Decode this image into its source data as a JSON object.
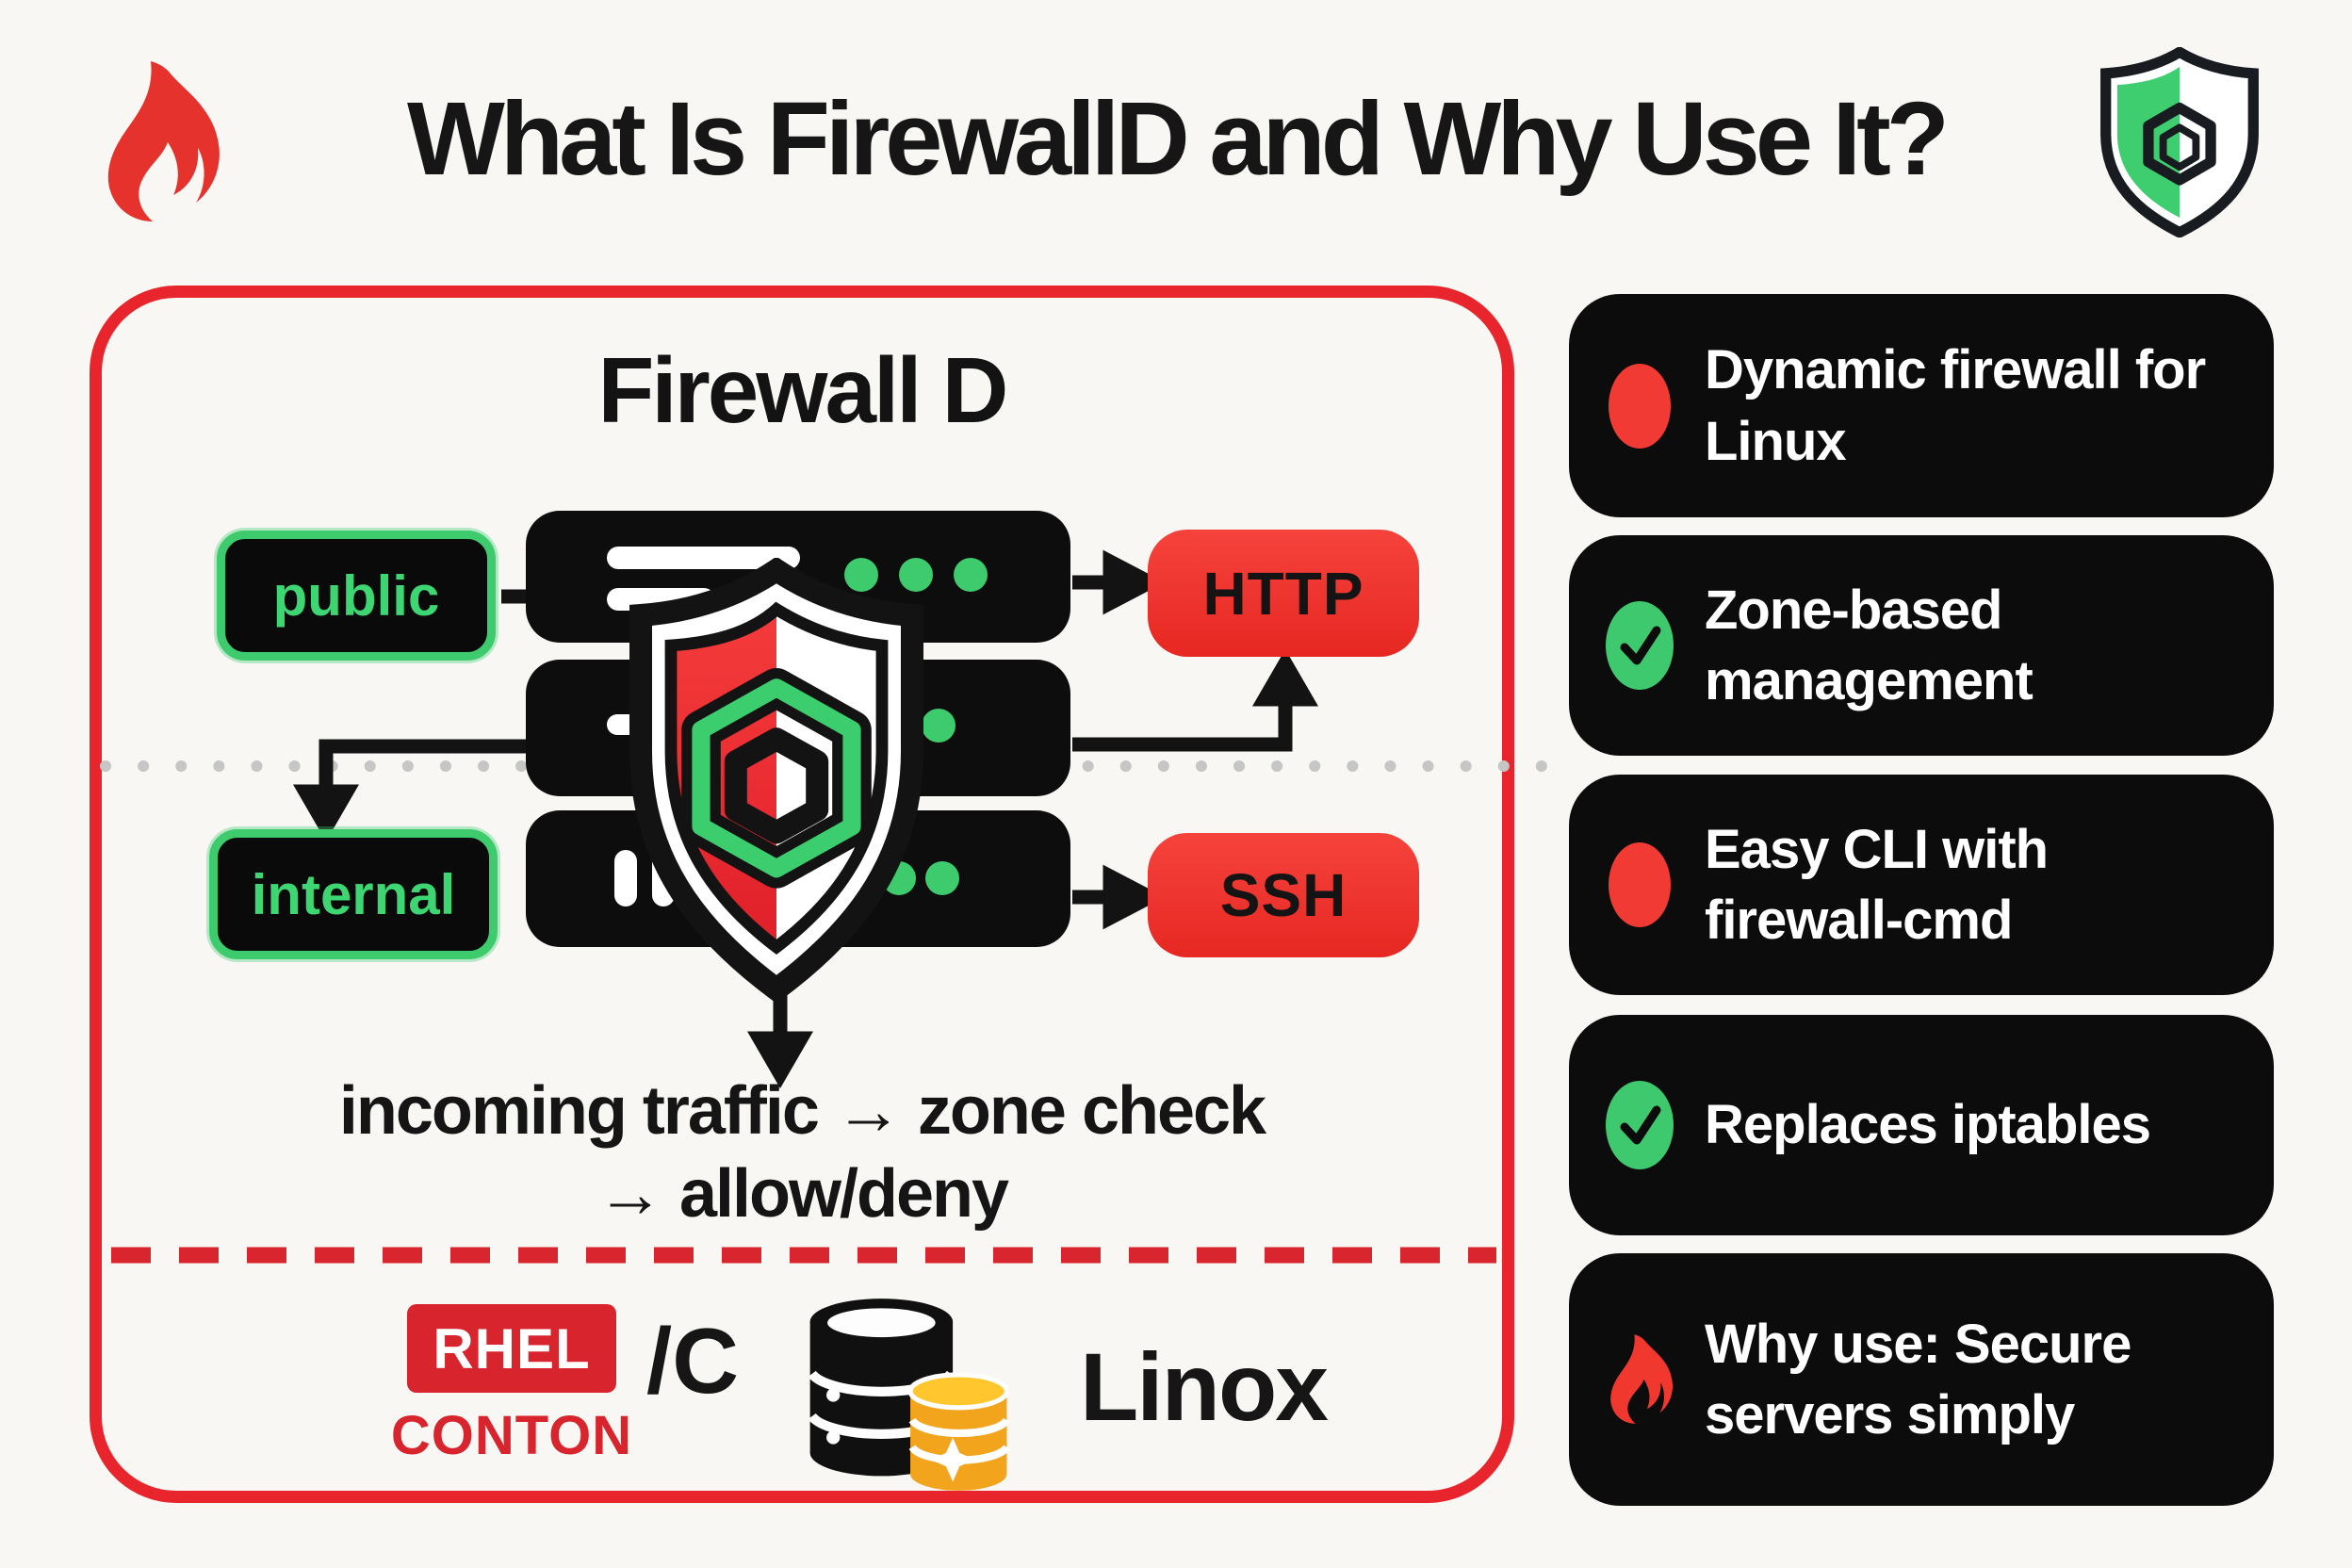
{
  "header": {
    "title": "What Is FirewallD and Why Use It?",
    "left_icon": "flame-icon",
    "right_icon": "shield-icon"
  },
  "panel": {
    "title": "Firewall D",
    "zones": [
      {
        "label": "public"
      },
      {
        "label": "internal"
      }
    ],
    "services": [
      {
        "label": "HTTP"
      },
      {
        "label": "SSH"
      }
    ],
    "icons": [
      "server-stack-icon",
      "firewall-shield-icon",
      "database-icon"
    ],
    "flow": {
      "line1": "incoming traffic → zone check",
      "line2": "→ allow/deny"
    },
    "footer": {
      "rhel": "RHEL",
      "conton": "CONTON",
      "slash_c": "/C",
      "linox": "Linox"
    }
  },
  "features": [
    {
      "icon": "red-dot-icon",
      "text": "Dynamic firewall for Linux"
    },
    {
      "icon": "check-icon",
      "text": "Zone-based management"
    },
    {
      "icon": "red-dot-icon",
      "text": "Easy CLI with firewall-cmd"
    },
    {
      "icon": "check-icon",
      "text": "Replaces iptables"
    },
    {
      "icon": "flame-icon",
      "text": "Why use: Secure servers simply"
    }
  ],
  "colors": {
    "background": "#f8f7f4",
    "panel_border_red": "#e8252c",
    "service_badge_red": "#ee3530",
    "zone_green": "#3ecb6e",
    "pill_black": "#0c0c0c",
    "rhel_red": "#d8242c",
    "db_gold": "#f3a41d",
    "text_black": "#161616",
    "text_white": "#ffffff"
  }
}
